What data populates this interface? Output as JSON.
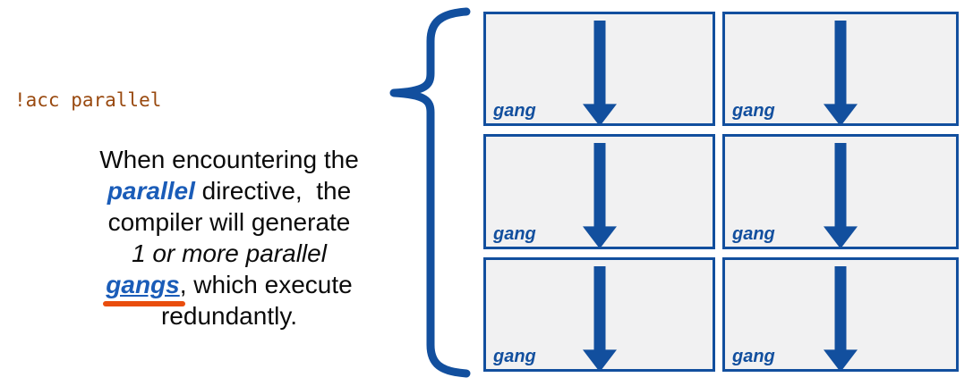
{
  "code_directive": {
    "text": "!acc parallel"
  },
  "paragraph": {
    "lines": [
      {
        "segments": [
          {
            "text": "When encountering the",
            "style": "normal"
          }
        ]
      },
      {
        "segments": [
          {
            "text": "parallel",
            "style": "blue-bold-italic"
          },
          {
            "text": " directive,  the",
            "style": "normal"
          }
        ]
      },
      {
        "segments": [
          {
            "text": "compiler will generate",
            "style": "normal"
          }
        ]
      },
      {
        "segments": [
          {
            "text": "1 or more parallel",
            "style": "italic"
          }
        ]
      },
      {
        "segments": [
          {
            "text": "gangs",
            "style": "blue-bold-italic-underline-orange-marker"
          },
          {
            "text": ", which execute",
            "style": "normal"
          }
        ]
      },
      {
        "segments": [
          {
            "text": "redundantly.",
            "style": "normal"
          }
        ]
      }
    ]
  },
  "grid": {
    "rows": 3,
    "cols": 2,
    "boxes": [
      {
        "label": "gang"
      },
      {
        "label": "gang"
      },
      {
        "label": "gang"
      },
      {
        "label": "gang"
      },
      {
        "label": "gang"
      },
      {
        "label": "gang"
      }
    ]
  },
  "icons": {
    "brace": "left-curly-brace-icon",
    "arrow": "down-arrow-icon"
  },
  "colors": {
    "diagram_blue": "#124F9E",
    "text_blue": "#1A5CB8",
    "highlight_orange": "#E94D0D",
    "code_brown": "#99490F",
    "box_background": "#F1F1F2",
    "page_background": "#FFFFFF",
    "body_text": "#0B0B0B"
  }
}
